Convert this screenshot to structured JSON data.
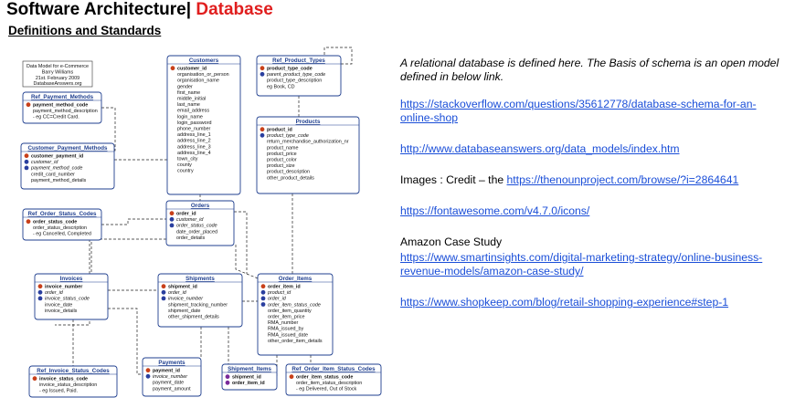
{
  "header": {
    "title_main": "Software Architecture| ",
    "title_accent": "Database",
    "subtitle": "Definitions and Standards",
    "accent_color": "#e01e1e"
  },
  "diagram": {
    "note": [
      "Data Model for e-Commerce",
      "Barry Williams",
      "21st. February 2009",
      "DatabaseAnswers.org"
    ],
    "entities": [
      {
        "id": "customers",
        "name": "Customers",
        "fields": [
          {
            "t": "customer_id",
            "k": "pk"
          },
          {
            "t": "organisation_or_person"
          },
          {
            "t": "organisation_name"
          },
          {
            "t": "gender"
          },
          {
            "t": "first_name"
          },
          {
            "t": "middle_initial"
          },
          {
            "t": "last_name"
          },
          {
            "t": "email_address"
          },
          {
            "t": "login_name"
          },
          {
            "t": "login_password"
          },
          {
            "t": "phone_number"
          },
          {
            "t": "address_line_1"
          },
          {
            "t": "address_line_2"
          },
          {
            "t": "address_line_3"
          },
          {
            "t": "address_line_4"
          },
          {
            "t": "town_city"
          },
          {
            "t": "county"
          },
          {
            "t": "country"
          }
        ]
      },
      {
        "id": "ref_product_types",
        "name": "Ref_Product_Types",
        "fields": [
          {
            "t": "product_type_code",
            "k": "pk"
          },
          {
            "t": "parent_product_type_code",
            "k": "fk"
          },
          {
            "t": "product_type_description"
          },
          {
            "t": "eg Book, CD"
          }
        ]
      },
      {
        "id": "products",
        "name": "Products",
        "fields": [
          {
            "t": "product_id",
            "k": "pk"
          },
          {
            "t": "product_type_code",
            "k": "fk"
          },
          {
            "t": "return_merchandise_authorization_nr"
          },
          {
            "t": "product_name"
          },
          {
            "t": "product_price"
          },
          {
            "t": "product_color"
          },
          {
            "t": "product_size"
          },
          {
            "t": "product_description"
          },
          {
            "t": "other_product_details"
          }
        ]
      },
      {
        "id": "ref_payment_methods",
        "name": "Ref_Payment_Methods",
        "fields": [
          {
            "t": "payment_method_code",
            "k": "pk"
          },
          {
            "t": "payment_method_description"
          },
          {
            "t": "- eg CC=Credit Card."
          }
        ]
      },
      {
        "id": "customer_payment_methods",
        "name": "Customer_Payment_Methods",
        "fields": [
          {
            "t": "customer_payment_id",
            "k": "pk"
          },
          {
            "t": "customer_id",
            "k": "fk"
          },
          {
            "t": "payment_method_code",
            "k": "fk"
          },
          {
            "t": "credit_card_number"
          },
          {
            "t": "payment_method_details"
          }
        ]
      },
      {
        "id": "ref_order_status_codes",
        "name": "Ref_Order_Status_Codes",
        "fields": [
          {
            "t": "order_status_code",
            "k": "pk"
          },
          {
            "t": "order_status_description"
          },
          {
            "t": "- eg Cancelled, Completed"
          }
        ]
      },
      {
        "id": "orders",
        "name": "Orders",
        "fields": [
          {
            "t": "order_id",
            "k": "pk"
          },
          {
            "t": "customer_id",
            "k": "fk"
          },
          {
            "t": "order_status_code",
            "k": "fk"
          },
          {
            "t": "date_order_placed"
          },
          {
            "t": "order_details"
          }
        ]
      },
      {
        "id": "invoices",
        "name": "Invoices",
        "fields": [
          {
            "t": "invoice_number",
            "k": "pk"
          },
          {
            "t": "order_id",
            "k": "fk"
          },
          {
            "t": "invoice_status_code",
            "k": "fk"
          },
          {
            "t": "invoice_date"
          },
          {
            "t": "invoice_details"
          }
        ]
      },
      {
        "id": "shipments",
        "name": "Shipments",
        "fields": [
          {
            "t": "shipment_id",
            "k": "pk"
          },
          {
            "t": "order_id",
            "k": "fk"
          },
          {
            "t": "invoice_number",
            "k": "fk"
          },
          {
            "t": "shipment_tracking_number"
          },
          {
            "t": "shipment_date"
          },
          {
            "t": "other_shipment_details"
          }
        ]
      },
      {
        "id": "order_items",
        "name": "Order_Items",
        "fields": [
          {
            "t": "order_item_id",
            "k": "pk"
          },
          {
            "t": "product_id",
            "k": "fk"
          },
          {
            "t": "order_id",
            "k": "fk"
          },
          {
            "t": "order_item_status_code",
            "k": "fk"
          },
          {
            "t": "order_item_quantity"
          },
          {
            "t": "order_item_price"
          },
          {
            "t": "RMA_number"
          },
          {
            "t": "RMA_issued_by"
          },
          {
            "t": "RMA_issued_date"
          },
          {
            "t": "other_order_item_details"
          }
        ]
      },
      {
        "id": "payments",
        "name": "Payments",
        "fields": [
          {
            "t": "payment_id",
            "k": "pk"
          },
          {
            "t": "invoice_number",
            "k": "fk"
          },
          {
            "t": "payment_date"
          },
          {
            "t": "payment_amount"
          }
        ]
      },
      {
        "id": "ref_invoice_status_codes",
        "name": "Ref_Invoice_Status_Codes",
        "fields": [
          {
            "t": "invoice_status_code",
            "k": "pk"
          },
          {
            "t": "invoice_status_description"
          },
          {
            "t": "- eg Issued, Paid."
          }
        ]
      },
      {
        "id": "shipment_items",
        "name": "Shipment_Items",
        "fields": [
          {
            "t": "shipment_id",
            "k": "pfk"
          },
          {
            "t": "order_item_id",
            "k": "pfk"
          }
        ]
      },
      {
        "id": "ref_order_item_status_codes",
        "name": "Ref_Order_Item_Status_Codes",
        "fields": [
          {
            "t": "order_item_status_code",
            "k": "pk"
          },
          {
            "t": "order_item_status_description"
          },
          {
            "t": "- eg Delivered, Out of Stock"
          }
        ]
      }
    ]
  },
  "content": {
    "intro": "A relational database is defined here. The Basis of schema is an open model defined in below link.",
    "link1": "https://stackoverflow.com/questions/35612778/database-schema-for-an-online-shop",
    "link2": "http://www.databaseanswers.org/data_models/index.htm",
    "images_prefix": "Images : Credit – the ",
    "link3": "https://thenounproject.com/browse/?i=2864641",
    "link4": "https://fontawesome.com/v4.7.0/icons/",
    "amazon_label": "Amazon Case Study",
    "link5": "https://www.smartinsights.com/digital-marketing-strategy/online-business-revenue-models/amazon-case-study/",
    "link6": "https://www.shopkeep.com/blog/retail-shopping-experience#step-1",
    "link_color": "#1a4ed8"
  }
}
